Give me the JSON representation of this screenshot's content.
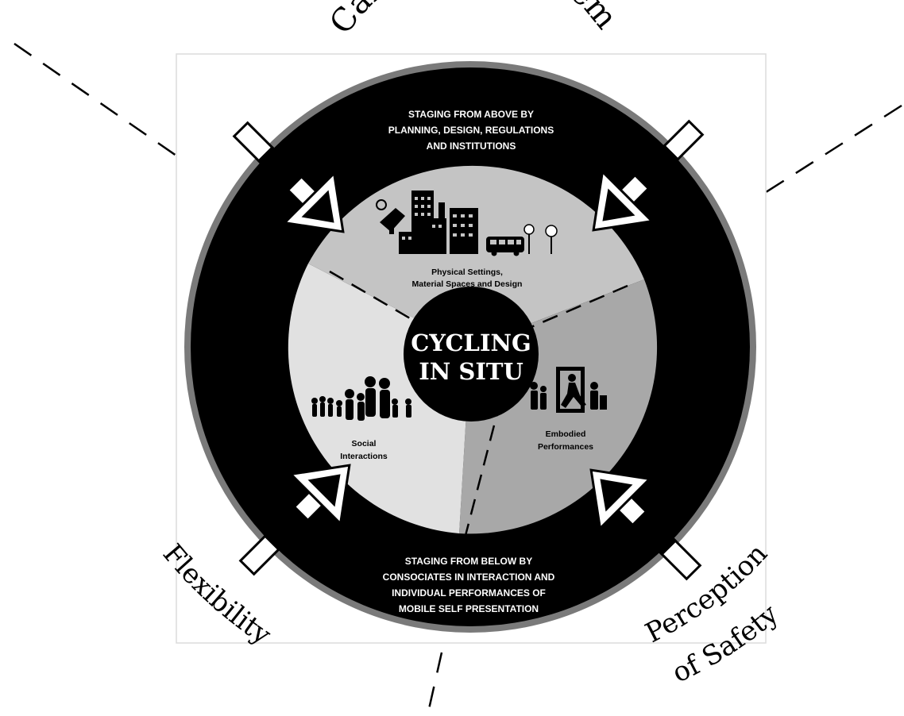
{
  "diagram": {
    "outer_labels": {
      "top": "Car centric system",
      "bottom_left": "Flexibility",
      "bottom_right_line1": "Perception",
      "bottom_right_line2": "of Safety"
    },
    "ring": {
      "top_lines": [
        "STAGING FROM ABOVE BY",
        "PLANNING, DESIGN, REGULATIONS",
        "AND INSTITUTIONS"
      ],
      "bottom_lines": [
        "STAGING FROM BELOW BY",
        "CONSOCIATES IN INTERACTION AND",
        "INDIVIDUAL PERFORMANCES OF",
        "MOBILE SELF PRESENTATION"
      ]
    },
    "segments": {
      "physical": {
        "line1": "Physical Settings,",
        "line2": "Material Spaces and Design",
        "icon": "city-icon"
      },
      "social": {
        "line1": "Social",
        "line2": "Interactions",
        "icon": "people-icon"
      },
      "embodied": {
        "line1": "Embodied",
        "line2": "Performances",
        "icon": "performer-icon"
      }
    },
    "center": {
      "line1": "CYCLING",
      "line2": "IN SITU"
    },
    "colors": {
      "ring": "#000000",
      "physical": "#c4c4c4",
      "social": "#e1e1e1",
      "embodied": "#a8a8a8",
      "center": "#000000",
      "text_on_dark": "#ffffff"
    }
  }
}
